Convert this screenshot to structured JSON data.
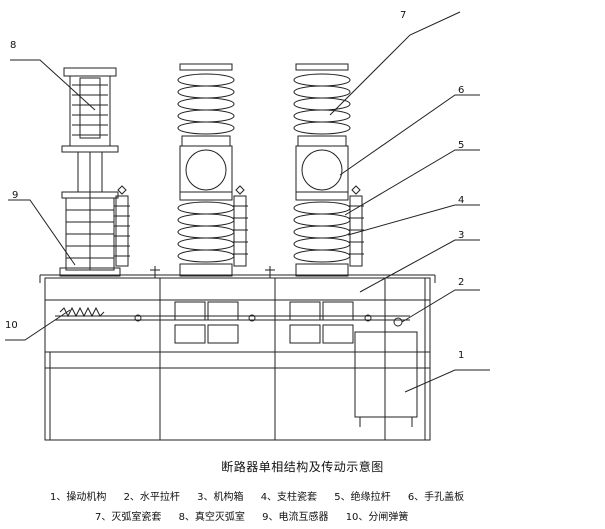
{
  "title": "断路器单相结构及传动示意图",
  "callouts": [
    "1",
    "2",
    "3",
    "4",
    "5",
    "6",
    "7",
    "8",
    "9",
    "10"
  ],
  "legend": {
    "row1": [
      "1、操动机构",
      "2、水平拉杆",
      "3、机构箱",
      "4、支柱瓷套",
      "5、绝缘拉杆",
      "6、手孔盖板"
    ],
    "row2": [
      "7、灭弧室瓷套",
      "8、真空灭弧室",
      "9、电流互感器",
      "10、分闸弹簧"
    ]
  }
}
